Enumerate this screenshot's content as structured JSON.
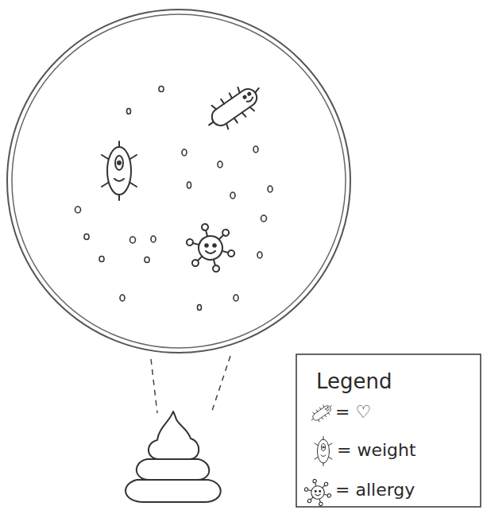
{
  "diagram": {
    "labels": [
      "Legend"
    ],
    "legend": [
      {
        "text": "= ♡"
      },
      {
        "text": "= weight"
      },
      {
        "text": "= allergy"
      }
    ]
  }
}
